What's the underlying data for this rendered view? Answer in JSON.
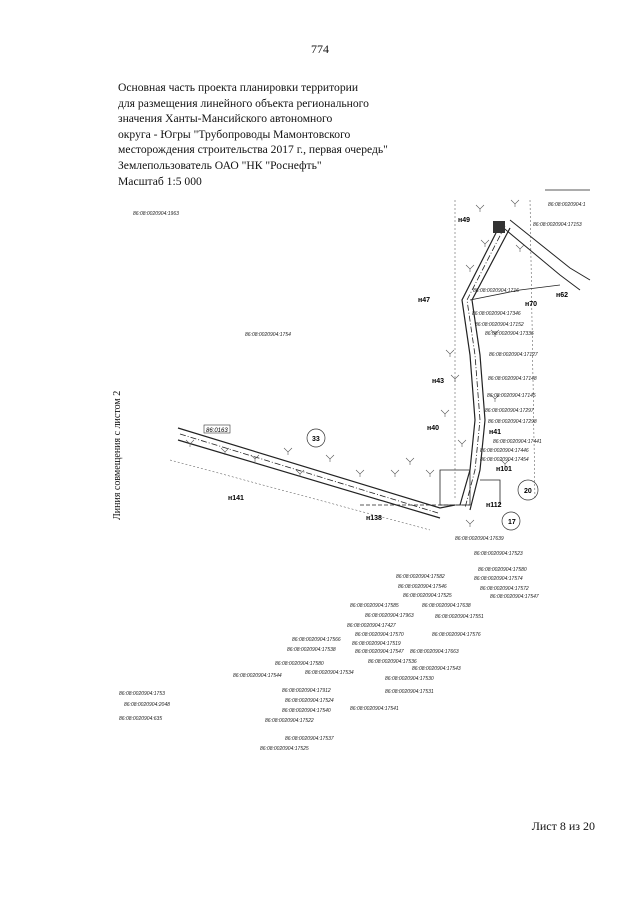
{
  "page_number": "774",
  "header": {
    "lines": [
      "Основная часть проекта планировки территории",
      "для размещения линейного объекта регионального",
      "значения Ханты-Мансийского автономного",
      "округа - Югры \"Трубопроводы Мамонтовского",
      "месторождения строительства 2017 г., первая очередь\"",
      "Землепользователь ОАО \"НК \"Роснефть\"",
      "Масштаб 1:5 000"
    ]
  },
  "side_note": "Линия совмещения с листом 2",
  "sheet_footer": "Лист 8 из 20",
  "point_labels": [
    "н49",
    "н47",
    "н70",
    "н62",
    "н43",
    "н40",
    "н41",
    "н101",
    "н112",
    "н141",
    "н138"
  ],
  "circle_labels": [
    "33",
    "20",
    "17"
  ],
  "parcel_labels": [
    "86:08:0020904:1963",
    "86:08:0020904:1754",
    "86:08:0020904:1",
    "86:08:0020904:17153",
    "86:08:0020904:1716",
    "86:08:0020904:17346",
    "86:08:0020904:17152",
    "86:08:0020904:17336",
    "86:08:0020904:17127",
    "86:08:0020904:17148",
    "86:08:0020904:17145",
    "86:08:0020904:17297",
    "86:08:0020904:17298",
    "86:08:0020904:17441",
    "86:08:0020904:17446",
    "86:08:0020904:17454",
    "86:08:0020904:17639",
    "86:08:0020904:17523",
    "86:08:0020904:17580",
    "86:08:0020904:17574",
    "86:08:0020904:17572",
    "86:08:0020904:17547",
    "86:08:0020904:17582",
    "86:08:0020904:17546",
    "86:08:0020904:17525",
    "86:08:0020904:17585",
    "86:08:0020904:17638",
    "86:08:0020904:17963",
    "86:08:0020904:17551",
    "86:08:0020904:17427",
    "86:08:0020904:17570",
    "86:08:0020904:17576",
    "86:08:0020904:17566",
    "86:08:0020904:17519",
    "86:08:0020904:17538",
    "86:08:0020904:17547",
    "86:08:0020904:17663",
    "86:08:0020904:17536",
    "86:08:0020904:17580",
    "86:08:0020904:17544",
    "86:08:0020904:17534",
    "86:08:0020904:17543",
    "86:08:0020904:17530",
    "86:08:0020904:17912",
    "86:08:0020904:17531",
    "86:08:0020904:17524",
    "86:08:0020904:17541",
    "86:08:0020904:17540",
    "86:08:0020904:17522",
    "86:08:0020904:1753",
    "86:08:0020904:2048",
    "86:08:0020904:635",
    "86:08:0020904:17537",
    "86:08:0020904:17525"
  ],
  "small_box_label": "86:0163"
}
